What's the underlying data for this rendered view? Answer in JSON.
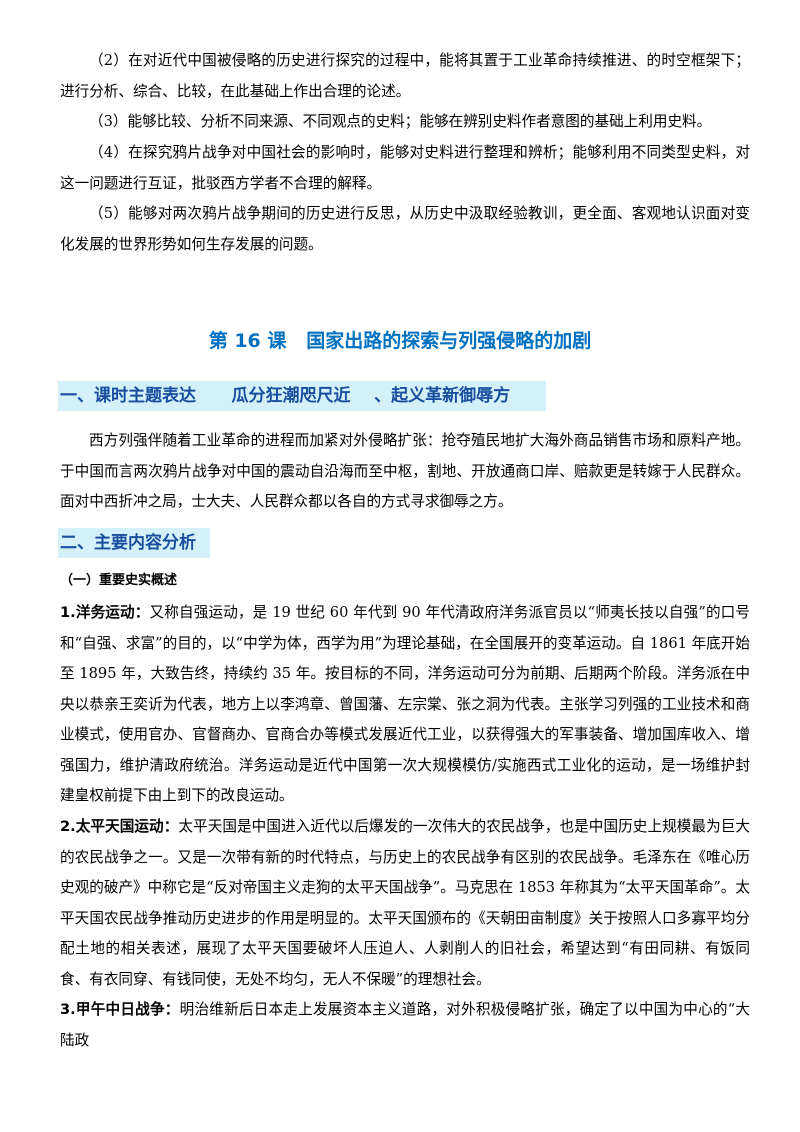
{
  "objectives": [
    "（2）在对近代中国被侵略的历史进行探究的过程中，能将其置于工业革命持续推进、的时空框架下；进行分析、综合、比较，在此基础上作出合理的论述。",
    "（3）能够比较、分析不同来源、不同观点的史料；能够在辨别史料作者意图的基础上利用史料。",
    "（4）在探究鸦片战争对中国社会的影响时，能够对史料进行整理和辨析；能够利用不同类型史料，对这一问题进行互证，批驳西方学者不合理的解释。",
    "（5）能够对两次鸦片战争期间的历史进行反思，从历史中汲取经验教训，更全面、客观地认识面对变化发展的世界形势如何生存发展的问题。"
  ],
  "lesson": {
    "number": "第 16 课",
    "title": "国家出路的探索与列强侵略的加剧"
  },
  "section1": {
    "heading": "一、课时主题表达      瓜分狂潮咫尺近    、起义革新御辱方",
    "body": "西方列强伴随着工业革命的进程而加紧对外侵略扩张：抢夺殖民地扩大海外商品销售市场和原料产地。于中国而言两次鸦片战争对中国的震动自沿海而至中枢，割地、开放通商口岸、赔款更是转嫁于人民群众。面对中西折冲之局，士大夫、人民群众都以各自的方式寻求御辱之方。"
  },
  "section2": {
    "heading": "二、主要内容分析",
    "subheading": "（一）重要史实概述",
    "items": [
      {
        "lead": "1.洋务运动：",
        "text": "又称自强运动，是 19 世纪 60 年代到 90 年代清政府洋务派官员以“师夷长技以自强”的口号和“自强、求富”的目的，以“中学为体，西学为用”为理论基础，在全国展开的变革运动。自 1861 年底开始至 1895 年，大致告终，持续约 35 年。按目标的不同，洋务运动可分为前期、后期两个阶段。洋务派在中央以恭亲王奕䜣为代表，地方上以李鸿章、曾国藩、左宗棠、张之洞为代表。主张学习列强的工业技术和商业模式，使用官办、官督商办、官商合办等模式发展近代工业，以获得强大的军事装备、增加国库收入、增强国力，维护清政府统治。洋务运动是近代中国第一次大规模模仿/实施西式工业化的运动，是一场维护封建皇权前提下由上到下的改良运动。"
      },
      {
        "lead": "2.太平天国运动：",
        "text": "太平天国是中国进入近代以后爆发的一次伟大的农民战争，也是中国历史上规模最为巨大的农民战争之一。又是一次带有新的时代特点，与历史上的农民战争有区别的农民战争。毛泽东在《唯心历史观的破产》中称它是“反对帝国主义走狗的太平天国战争”。马克思在 1853 年称其为“太平天国革命”。太平天国农民战争推动历史进步的作用是明显的。太平天国颁布的《天朝田亩制度》关于按照人口多寡平均分配土地的相关表述，展现了太平天国要破坏人压迫人、人剥削人的旧社会，希望达到“有田同耕、有饭同食、有衣同穿、有钱同使，无处不均匀，无人不保暖”的理想社会。"
      },
      {
        "lead": "3.甲午中日战争：",
        "text": "明治维新后日本走上发展资本主义道路，对外积极侵略扩张，确定了以中国为中心的“大陆政"
      }
    ]
  },
  "colors": {
    "title_blue": "#0070c0",
    "heading_bg": "#d4f0f8",
    "heading_text": "#1a4fa0"
  }
}
